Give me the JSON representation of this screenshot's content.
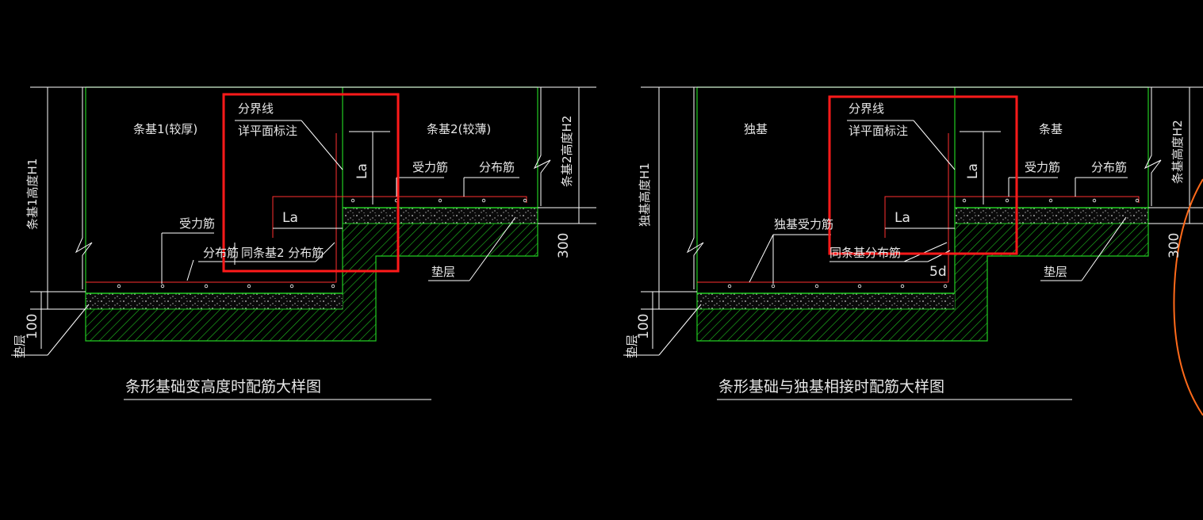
{
  "colors": {
    "background": "#000000",
    "outline": "#ffffff",
    "foundation": "#22cc22",
    "rebar": "#ff3030",
    "highlight": "#ff1a1a",
    "annotation_curve": "#ff6a1a",
    "text": "#e6e6e6"
  },
  "left_detail": {
    "title": "条形基础变高度时配筋大样图",
    "footing1_label": "条基1(较厚)",
    "footing2_label": "条基2(较薄)",
    "height1_label": "条基1高度H1",
    "height2_label": "条基2高度H2",
    "boundary_line_label": "分界线",
    "detail_note_label": "详平面标注",
    "la_vertical": "La",
    "la_horizontal": "La",
    "main_bar_left": "受力筋",
    "main_bar_right": "受力筋",
    "dist_bar_right": "分布筋",
    "dist_bar_note_a": "分布筋",
    "dist_bar_note_b": "同条基2 分布筋",
    "cushion_left": "垫层",
    "cushion_right": "垫层",
    "dim_100": "100",
    "dim_300": "300"
  },
  "right_detail": {
    "title": "条形基础与独基相接时配筋大样图",
    "footing1_label": "独基",
    "footing2_label": "条基",
    "height1_label": "独基高度H1",
    "height2_label": "条基高度H2",
    "boundary_line_label": "分界线",
    "detail_note_label": "详平面标注",
    "la_vertical": "La",
    "la_horizontal": "La",
    "main_bar_left": "独基受力筋",
    "main_bar_right": "受力筋",
    "dist_bar_right": "分布筋",
    "dist_bar_note": "同条基分布筋",
    "five_d": "5d",
    "cushion_left": "垫层",
    "cushion_right": "垫层",
    "dim_100": "100",
    "dim_300": "300"
  }
}
